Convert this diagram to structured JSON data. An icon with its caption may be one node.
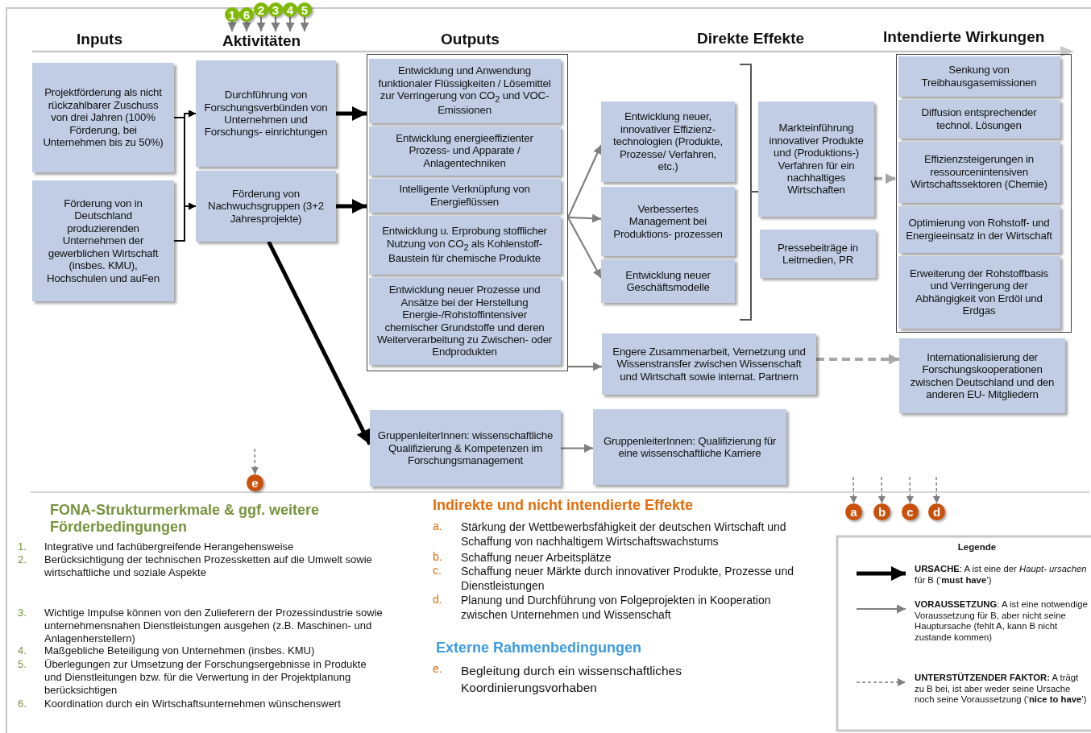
{
  "diagram": {
    "nodes": [
      {
        "text": [
          "Projektförderung als nicht rückzahlbarer Zuschuss von drei Jahren (100% Förderung, bei Unternehmen bis zu 50%)"
        ]
      },
      {
        "text": [
          "Förderung von in Deutschland produzierenden Unternehmen der gewerblichen Wirtschaft (insbes. KMU), Hochschulen und auFen"
        ]
      },
      {
        "text": [
          "Durchführung von Forschungsverbünden von Unternehmen und Forschungs- einrichtungen"
        ]
      },
      {
        "text": [
          "Förderung von Nachwuchsgruppen (3+2 Jahresprojekte)"
        ]
      },
      {
        "text": [],
        "shape": "box"
      },
      {
        "text": [
          "Entwicklung und Anwendung funktionaler Flüssigkeiten / Lösemittel zur Verringerung von CO$_{2}$ und VOC-Emissionen"
        ],
        "in": 4
      },
      {
        "text": [
          "Entwicklung energieeffizienter Prozess- und Apparate / Anlagentechniken"
        ],
        "in": 4
      },
      {
        "text": [
          "Intelligente Verknüpfung von Energieflüssen"
        ],
        "in": 4
      },
      {
        "text": [
          "Entwicklung u. Erprobung stofflicher Nutzung von CO$_{2}$ als Kohlenstoff-Baustein für chemische Produkte"
        ],
        "in": 4
      },
      {
        "text": [
          "Entwicklung neuer Prozesse und Ansätze bei der Herstellung Energie-/Rohstoffintensiver chemischer Grundstoffe und deren Weiterverarbeitung zu Zwischen- oder Endprodukten"
        ],
        "in": 4
      },
      {
        "text": [
          "Entwicklung neuer, innovativer Effizienz- technologien (Produkte, Prozesse/ Verfahren, etc.)"
        ]
      },
      {
        "text": [
          "Verbessertes Management bei Produktions- prozessen"
        ]
      },
      {
        "text": [
          "Entwicklung neuer Geschäftsmodelle"
        ]
      },
      {
        "text": [
          "Engere Zusammenarbeit, Vernetzung und Wissenstransfer zwischen Wissenschaft und Wirtschaft sowie internat. Partnern"
        ]
      },
      {
        "text": [
          "GruppenleiterInnen: wissenschaftliche Qualifizierung & Kompetenzen im Forschungsmanagement"
        ]
      },
      {
        "text": [
          "GruppenleiterInnen: Qualifizierung für eine wissenschaftliche Karriere"
        ]
      },
      {
        "text": [
          "Markteinführung innovativer Produkte und (Produktions-) Verfahren für ein nachhaltiges Wirtschaften"
        ]
      },
      {
        "text": [
          "Pressebeiträge in Leitmedien, PR"
        ]
      },
      {
        "text": [],
        "shape": "box"
      },
      {
        "text": [
          "Senkung von Treibhausgasemissionen"
        ],
        "in": 18
      },
      {
        "text": [
          "Diffusion entsprechender technol. Lösungen"
        ],
        "in": 18
      },
      {
        "text": [
          "Effizienzsteigerungen in ressourcenintensiven Wirtschaftssektoren (Chemie)"
        ],
        "in": 18
      },
      {
        "text": [
          "Optimierung von Rohstoff- und Energieeinsatz in der Wirtschaft"
        ],
        "in": 18
      },
      {
        "text": [
          "Erweiterung der Rohstoffbasis und Verringerung der Abhängigkeit von Erdöl und Erdgas"
        ],
        "in": 18
      },
      {
        "text": [
          "Internationalisierung der Forschungskooperationen zwischen Deutschland und den anderen EU- Mitgliedern"
        ]
      },
      {
        "text": [
          "1"
        ]
      },
      {
        "text": [
          "6"
        ]
      },
      {
        "text": [
          "2"
        ]
      },
      {
        "text": [
          "3"
        ]
      },
      {
        "text": [
          "4"
        ]
      },
      {
        "text": [
          "5"
        ]
      },
      {
        "text": [
          "e"
        ]
      },
      {
        "text": [
          "a"
        ]
      },
      {
        "text": [
          "b"
        ]
      },
      {
        "text": [
          "c"
        ]
      },
      {
        "text": [
          "d"
        ]
      },
      {
        "text": [
          "Aktivitäten"
        ]
      }
    ],
    "edges": [
      {
        "from": 0,
        "to": 2,
        "arrow": "to",
        "color": "#000000"
      },
      {
        "from": 0,
        "to": 3,
        "arrow": "to",
        "color": "#000000"
      },
      {
        "from": 1,
        "to": 2,
        "arrow": "to",
        "color": "#000000"
      },
      {
        "from": 1,
        "to": 3,
        "arrow": "to",
        "color": "#000000"
      },
      {
        "from": 2,
        "to": 4,
        "arrow": "to",
        "style": "thick",
        "color": "#000000"
      },
      {
        "from": 3,
        "to": 4,
        "arrow": "to",
        "style": "thick",
        "color": "#000000"
      },
      {
        "from": 3,
        "to": 14,
        "arrow": "to",
        "style": "thick",
        "color": "#000000"
      },
      {
        "from": 4,
        "to": 10,
        "arrow": "to"
      },
      {
        "from": 4,
        "to": 11,
        "arrow": "to"
      },
      {
        "from": 4,
        "to": 12,
        "arrow": "to"
      },
      {
        "from": 4,
        "to": 13,
        "arrow": "to"
      },
      {
        "from": 14,
        "to": 15,
        "arrow": "to"
      },
      {
        "from": 16,
        "to": 18,
        "arrow": "to",
        "style": "dashed",
        "color": "#a6a6a6"
      },
      {
        "from": 13,
        "to": 24,
        "arrow": "to",
        "style": "dashed",
        "color": "#a6a6a6"
      },
      {
        "from": 25,
        "to": 36,
        "arrow": "to"
      },
      {
        "from": 26,
        "to": 36,
        "arrow": "to"
      },
      {
        "from": 27,
        "to": 36,
        "arrow": "to"
      },
      {
        "from": 28,
        "to": 36,
        "arrow": "to"
      },
      {
        "from": 29,
        "to": 36,
        "arrow": "to"
      },
      {
        "from": 30,
        "to": 36,
        "arrow": "to"
      },
      {
        "from": null,
        "to": 31,
        "arrow": "to",
        "style": "dashed"
      },
      {
        "from": null,
        "to": 32,
        "arrow": "to",
        "style": "dashed"
      },
      {
        "from": null,
        "to": 33,
        "arrow": "to",
        "style": "dashed"
      },
      {
        "from": null,
        "to": 34,
        "arrow": "to",
        "style": "dashed"
      },
      {
        "from": null,
        "to": 35,
        "arrow": "to",
        "style": "dashed"
      }
    ],
    "labels": [
      "Inputs",
      "Outputs",
      "Direkte Effekte",
      "Intendierte Wirkungen",
      "FONA-Strukturmerkmale & ggf. weitere Förderbedingungen",
      "1.",
      "Integrative und fachübergreifende Herangehensweise",
      "2.",
      "Berücksichtigung der technischen Prozessketten auf die Umwelt sowie wirtschaftliche und soziale Aspekte",
      "3.",
      "Wichtige Impulse können von den Zulieferern der Prozessindustrie sowie unternehmensnahen Dienstleistungen ausgehen (z.B. Maschinen- und Anlagenherstellern)",
      "4.",
      "Maßgebliche Beteiligung von Unternehmen (insbes. KMU)",
      "5.",
      "Überlegungen zur Umsetzung der Forschungsergebnisse in Produkte und Dienstleitungen bzw. für die Verwertung in der Projektplanung berücksichtigen",
      "6.",
      "Koordination durch ein Wirtschaftsunternehmen wünschenswert",
      "Indirekte und nicht intendierte Effekte",
      "a.",
      "Stärkung der Wettbewerbsfähigkeit der deutschen Wirtschaft und Schaffung von nachhaltigem Wirtschaftswachstums",
      "b.",
      "Schaffung neuer Arbeitsplätze",
      "c.",
      "Schaffung neuer Märkte durch innovativer Produkte, Prozesse und Dienstleistungen",
      "d.",
      "Planung und Durchführung von Folgeprojekten in Kooperation zwischen Unternehmen und Wissenschaft",
      "Externe Rahmenbedingungen",
      "e.",
      "Begleitung durch ein wissenschaftliches Koordinierungsvorhaben",
      "Legende"
    ],
    "legend": [
      {
        "text": "**URSACHE**: A ist eine der *Haupt- ursachen* für B (‘**must have**’)"
      },
      {
        "text": "**VORAUSSETZUNG**: A ist eine notwendige Voraussetzung für B, aber nicht seine Hauptursache (fehlt A, kann B nicht zustande kommen)"
      },
      {
        "text": "**UNTERSTÜTZENDER FAKTOR:** A trägt zu B bei, ist aber weder seine Ursache noch seine Voraussetzung (‘**nice to have**’)"
      }
    ]
  }
}
